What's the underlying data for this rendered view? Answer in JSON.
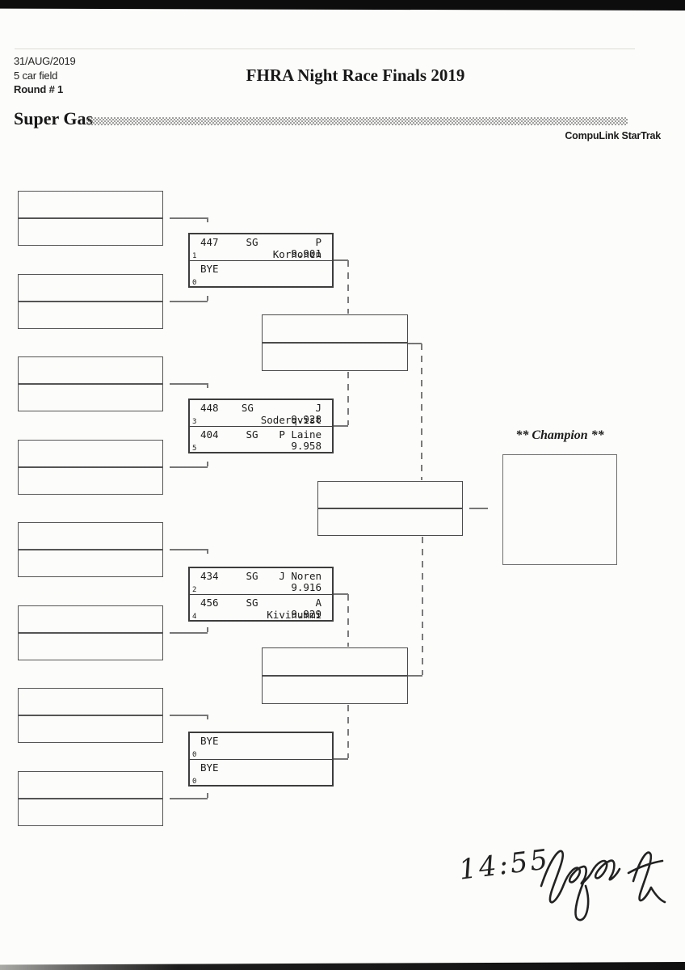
{
  "header": {
    "date": "31/AUG/2019",
    "field_size": "5 car field",
    "round": "Round # 1",
    "event_title": "FHRA Night Race Finals 2019",
    "class_name": "Super Gas",
    "timing_system": "CompuLink StarTrak"
  },
  "bracket": {
    "champion_label": "** Champion **",
    "round1_matches": [
      {
        "top": {
          "car": "447",
          "cls": "SG",
          "name": "P Korhonen",
          "et": "9.901",
          "seed": "1"
        },
        "bottom": {
          "car": "BYE",
          "cls": "",
          "name": "",
          "et": "",
          "seed": "0"
        }
      },
      {
        "top": {
          "car": "448",
          "cls": "SG",
          "name": "J Soderqvist",
          "et": "9.928",
          "seed": "3"
        },
        "bottom": {
          "car": "404",
          "cls": "SG",
          "name": "P Laine",
          "et": "9.958",
          "seed": "5"
        }
      },
      {
        "top": {
          "car": "434",
          "cls": "SG",
          "name": "J Noren",
          "et": "9.916",
          "seed": "2"
        },
        "bottom": {
          "car": "456",
          "cls": "SG",
          "name": "A Kivinummi",
          "et": "9.929",
          "seed": "4"
        }
      },
      {
        "top": {
          "car": "BYE",
          "cls": "",
          "name": "",
          "et": "",
          "seed": "0"
        },
        "bottom": {
          "car": "BYE",
          "cls": "",
          "name": "",
          "et": "",
          "seed": "0"
        }
      }
    ]
  },
  "annotations": {
    "handwritten_time": "14:55",
    "signature_icon": "signature-scribble"
  }
}
